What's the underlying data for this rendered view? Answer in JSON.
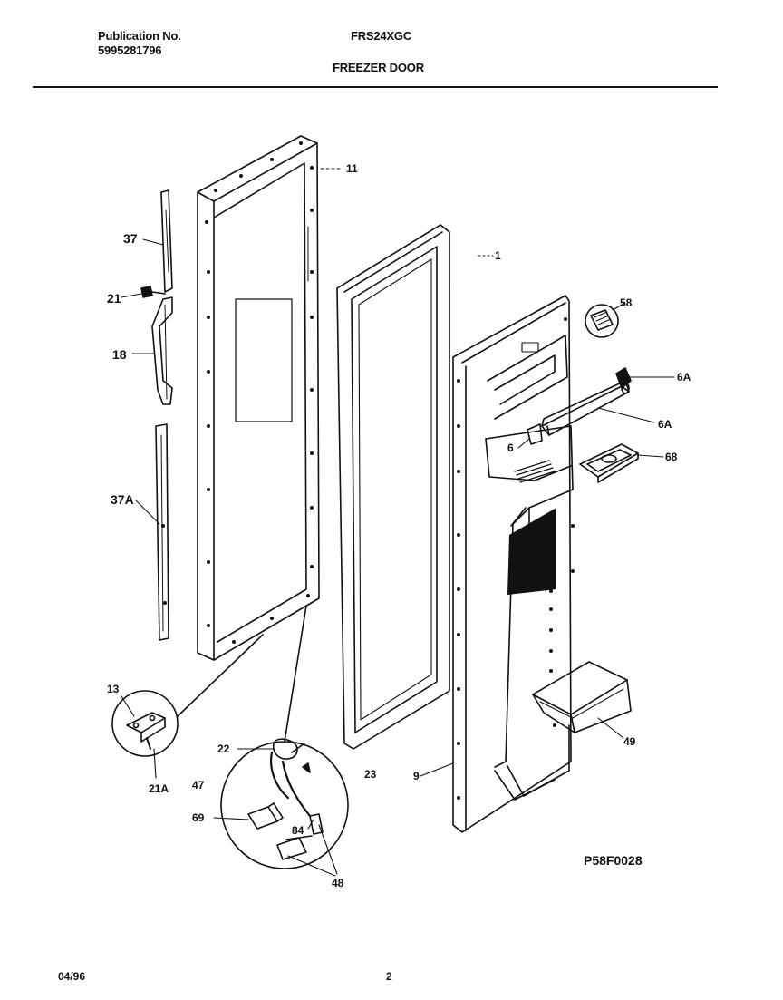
{
  "header": {
    "publication_label": "Publication No.",
    "publication_number": "5995281796",
    "model": "FRS24XGC",
    "section_title": "FREEZER DOOR"
  },
  "callouts": {
    "c11": "11",
    "c1": "1",
    "c37": "37",
    "c21": "21",
    "c18": "18",
    "c37a": "37A",
    "c58": "58",
    "c6a_1": "6A",
    "c6a_2": "6A",
    "c6": "6",
    "c68": "68",
    "c49": "49",
    "c13": "13",
    "c21a": "21A",
    "c22": "22",
    "c47": "47",
    "c23": "23",
    "c9": "9",
    "c69": "69",
    "c84": "84",
    "c48": "48"
  },
  "diagram_code": "P58F0028",
  "footer": {
    "date": "04/96",
    "page": "2"
  }
}
